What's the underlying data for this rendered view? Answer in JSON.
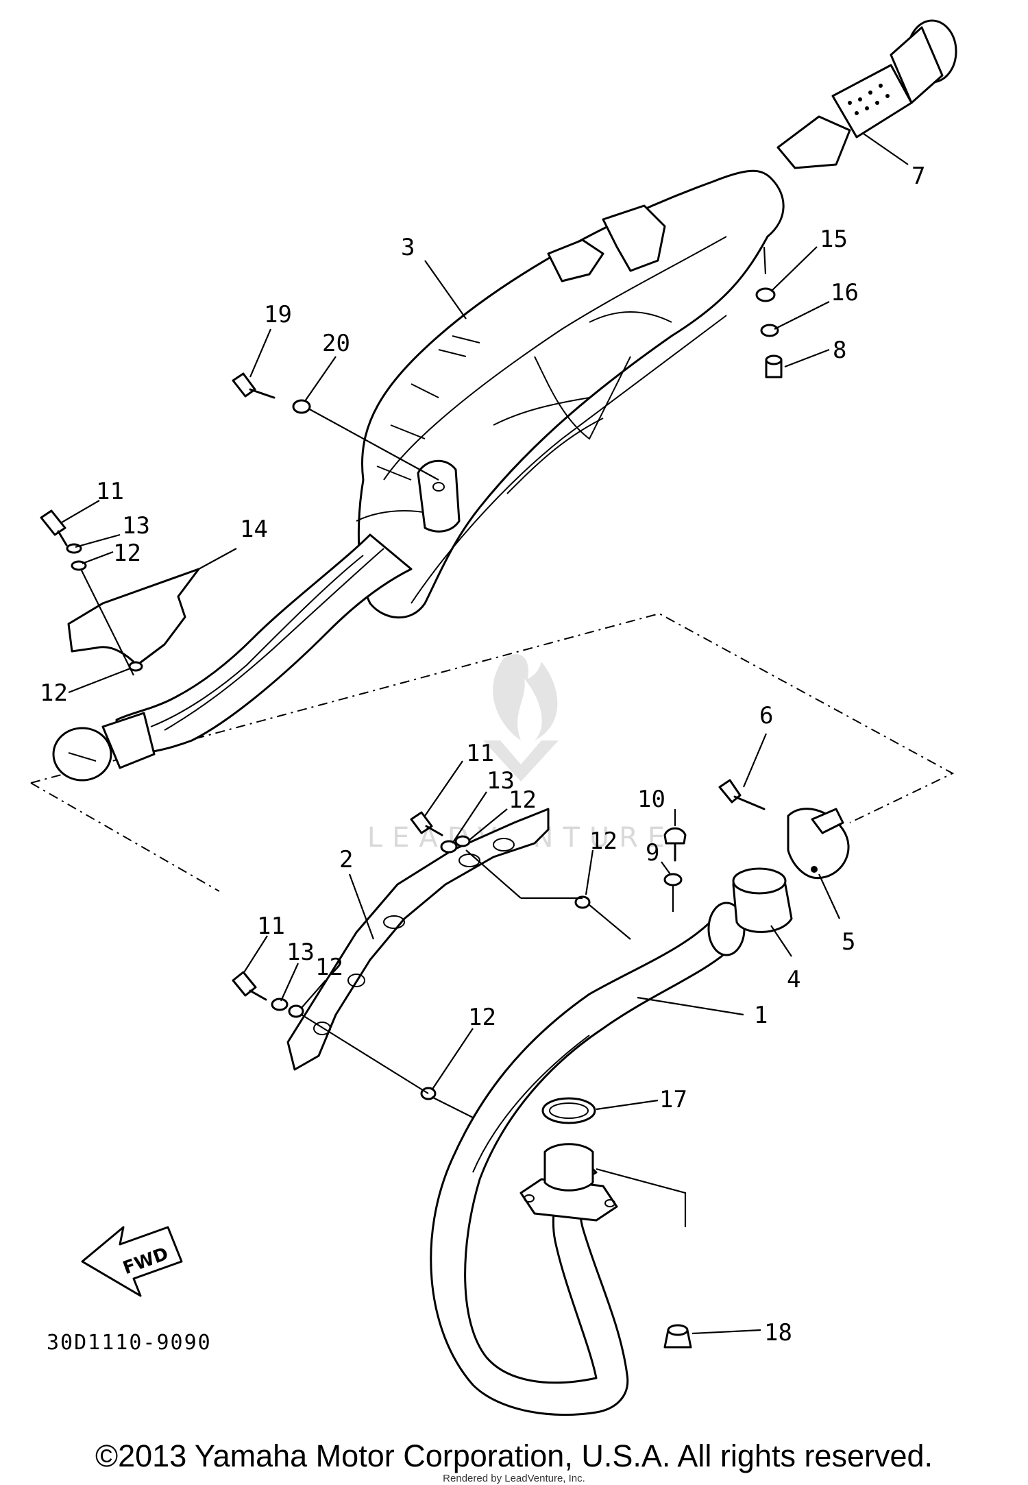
{
  "diagram_code": "30D1110-9090",
  "fwd_label": "FWD",
  "watermark": "LEADVENTURE",
  "copyright": "©2013 Yamaha Motor Corporation, U.S.A. All rights reserved.",
  "rendered_by": "Rendered by LeadVenture, Inc.",
  "callouts": [
    {
      "id": "c1",
      "label": "1"
    },
    {
      "id": "c2",
      "label": "2"
    },
    {
      "id": "c3",
      "label": "3"
    },
    {
      "id": "c4",
      "label": "4"
    },
    {
      "id": "c5",
      "label": "5"
    },
    {
      "id": "c6",
      "label": "6"
    },
    {
      "id": "c7",
      "label": "7"
    },
    {
      "id": "c8",
      "label": "8"
    },
    {
      "id": "c9",
      "label": "9"
    },
    {
      "id": "c10",
      "label": "10"
    },
    {
      "id": "c11a",
      "label": "11"
    },
    {
      "id": "c11b",
      "label": "11"
    },
    {
      "id": "c11c",
      "label": "11"
    },
    {
      "id": "c12a",
      "label": "12"
    },
    {
      "id": "c12b",
      "label": "12"
    },
    {
      "id": "c12c",
      "label": "12"
    },
    {
      "id": "c12d",
      "label": "12"
    },
    {
      "id": "c12e",
      "label": "12"
    },
    {
      "id": "c12f",
      "label": "12"
    },
    {
      "id": "c13a",
      "label": "13"
    },
    {
      "id": "c13b",
      "label": "13"
    },
    {
      "id": "c13c",
      "label": "13"
    },
    {
      "id": "c14",
      "label": "14"
    },
    {
      "id": "c15",
      "label": "15"
    },
    {
      "id": "c16",
      "label": "16"
    },
    {
      "id": "c17",
      "label": "17"
    },
    {
      "id": "c18",
      "label": "18"
    },
    {
      "id": "c19",
      "label": "19"
    },
    {
      "id": "c20",
      "label": "20"
    }
  ]
}
